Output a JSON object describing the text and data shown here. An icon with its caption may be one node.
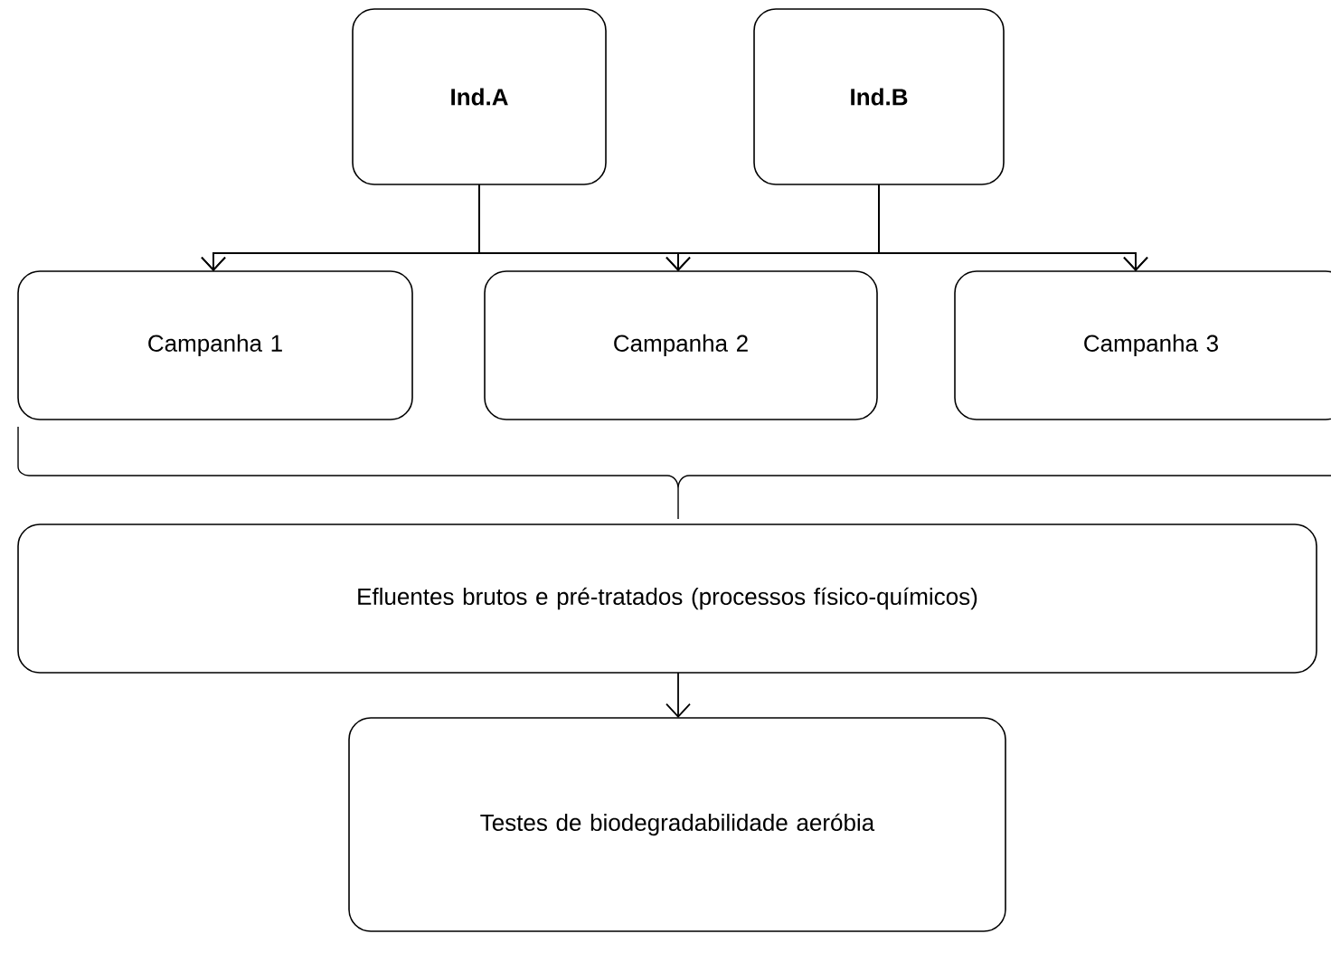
{
  "diagram": {
    "nodes": [
      {
        "text": [
          "Ind.A"
        ]
      },
      {
        "text": [
          "Ind.B"
        ]
      },
      {
        "text": [
          "Campanha 1"
        ]
      },
      {
        "text": [
          "Campanha 2"
        ]
      },
      {
        "text": [
          "Campanha 3"
        ]
      },
      {
        "text": [
          "Efluentes brutos e pré-tratados (processos físico-químicos)"
        ]
      },
      {
        "text": [
          "Testes de biodegradabilidade aeróbia"
        ]
      }
    ],
    "edges": [
      {
        "from": 0,
        "to": 2,
        "arrow": "to"
      },
      {
        "from": 0,
        "to": 3,
        "arrow": "to"
      },
      {
        "from": 0,
        "to": 4,
        "arrow": "to"
      },
      {
        "from": 1,
        "to": 2,
        "arrow": "to"
      },
      {
        "from": 1,
        "to": 3,
        "arrow": "to"
      },
      {
        "from": 1,
        "to": 4,
        "arrow": "to"
      },
      {
        "from": 5,
        "to": 6,
        "arrow": "to"
      }
    ]
  }
}
